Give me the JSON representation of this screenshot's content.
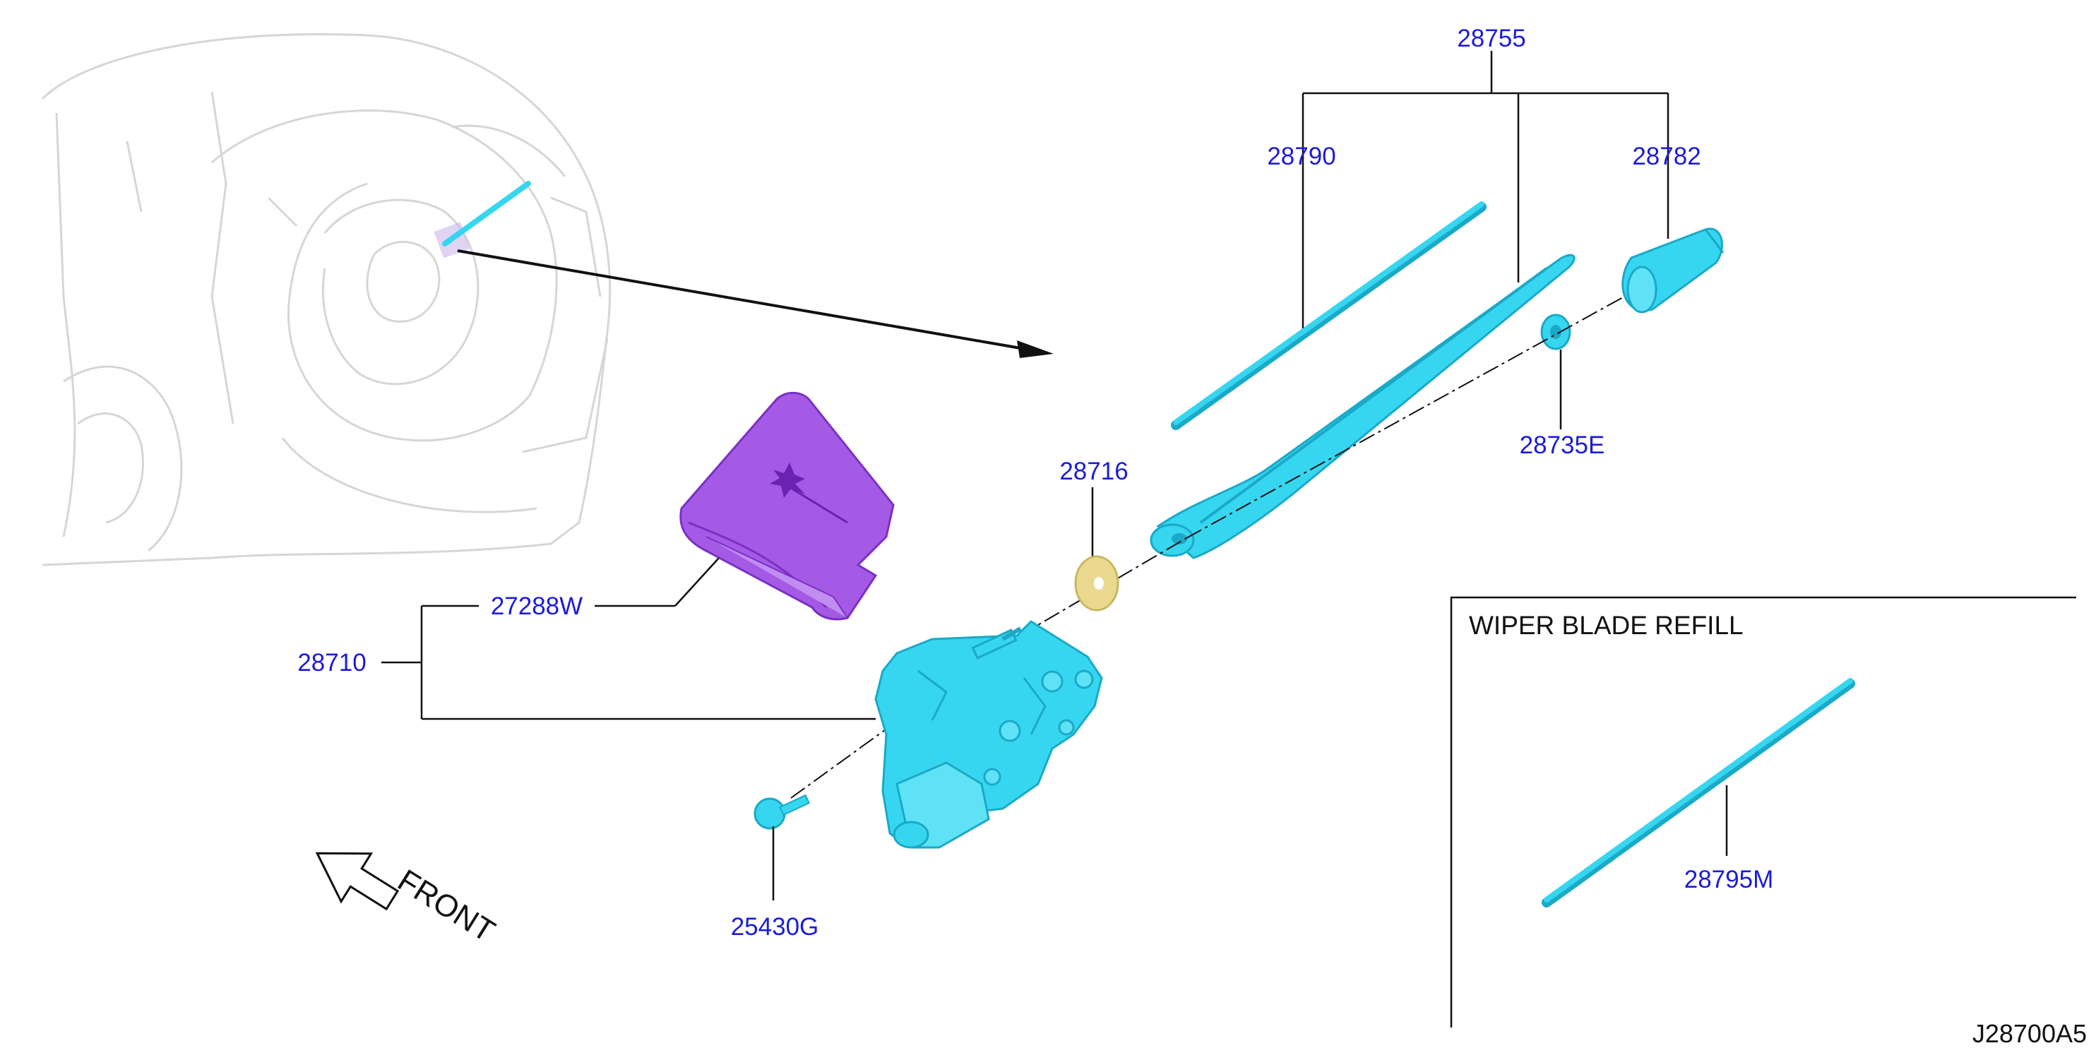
{
  "colors": {
    "callout": "#1c1cd6",
    "line": "#111111",
    "part_cyan": "#37d6f0",
    "part_cyan_dark": "#1aa9c7",
    "cover_purple": "#a55ae6",
    "cover_purple_dark": "#7a30c4",
    "washer_yellow": "#ead98f",
    "vehicle_outline": "#d6d6d6"
  },
  "icons": {
    "front_arrow": "hollow-arrow-icon"
  },
  "callouts": {
    "assembly_top": "28755",
    "blade": "28790",
    "cap": "28782",
    "nut": "28735E",
    "washer": "28716",
    "cover": "27288W",
    "motor_assembly": "28710",
    "bolt": "25430G",
    "refill": "28795M"
  },
  "refill_box": {
    "title": "WIPER BLADE REFILL"
  },
  "front_label": "FRONT",
  "diagram_code": "J28700A5"
}
